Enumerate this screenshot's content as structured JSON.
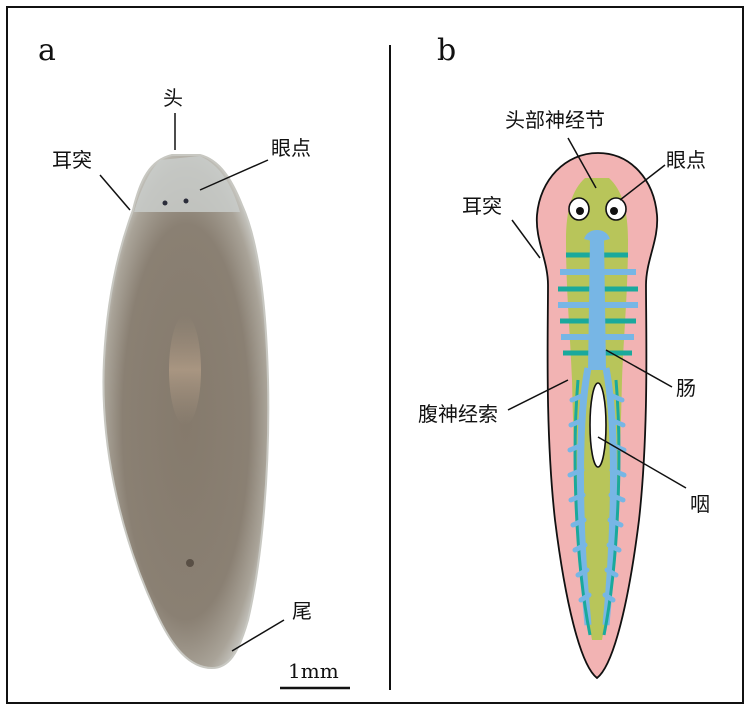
{
  "panel_a": {
    "letter": "a",
    "labels": {
      "head": "头",
      "auricle": "耳突",
      "eyespot": "眼点",
      "tail": "尾",
      "scale": "1mm"
    }
  },
  "panel_b": {
    "letter": "b",
    "labels": {
      "cephalic_ganglion": "头部神经节",
      "eyespot": "眼点",
      "auricle": "耳突",
      "intestine": "肠",
      "ventral_nerve_cord": "腹神经索",
      "pharynx": "咽"
    }
  },
  "colors": {
    "body_pink": "#f2b3b3",
    "nerve_green": "#b8c55a",
    "intestine_blue": "#77b6e5",
    "nerve_teal": "#1aa99c",
    "photo_body": "#7f7467"
  }
}
